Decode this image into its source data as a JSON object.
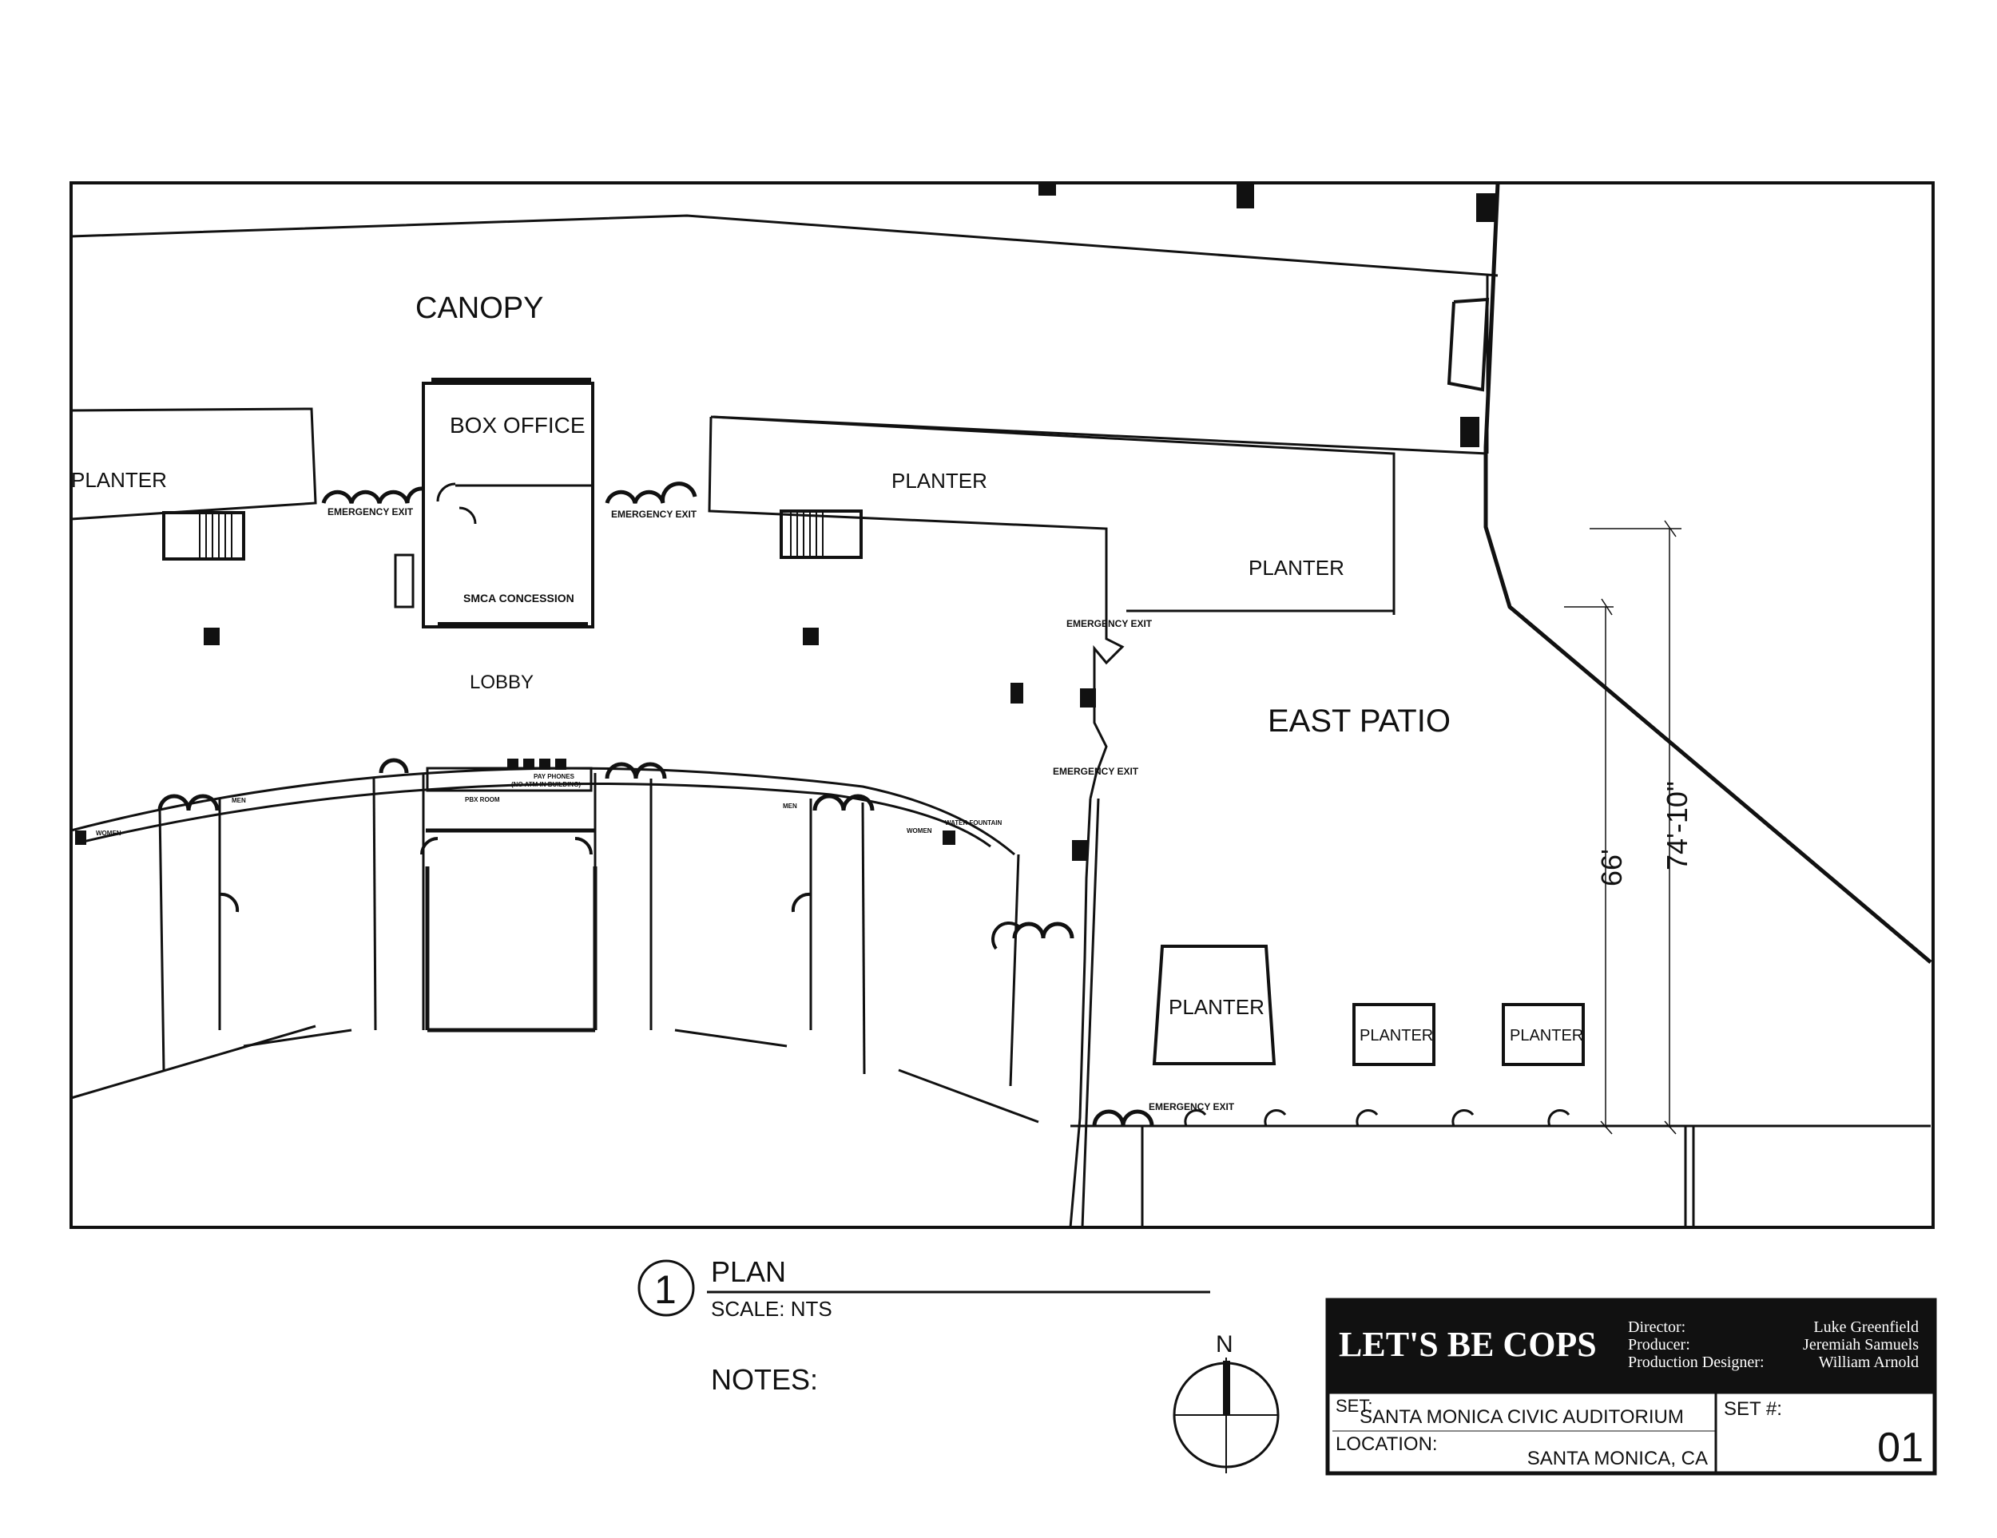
{
  "plan": {
    "rooms": {
      "canopy": "CANOPY",
      "box_office": "BOX OFFICE",
      "planter_west": "PLANTER",
      "planter_center": "PLANTER",
      "planter_east": "PLANTER",
      "smca_concession": "SMCA CONCESSION",
      "lobby": "LOBBY",
      "east_patio": "EAST PATIO",
      "planter_patio_large": "PLANTER",
      "planter_patio_small_1": "PLANTER",
      "planter_patio_small_2": "PLANTER",
      "pay_phones": "PAY PHONES",
      "no_atm": "(NO ATM IN BUILDING)",
      "pbx_room": "PBX ROOM",
      "water_fountain": "WATER FOUNTAIN",
      "men_1": "MEN",
      "men_2": "MEN",
      "women_1": "WOMEN",
      "women_2": "WOMEN"
    },
    "exits": {
      "exit_1": "EMERGENCY EXIT",
      "exit_2": "EMERGENCY EXIT",
      "exit_3": "EMERGENCY EXIT",
      "exit_4": "EMERGENCY EXIT",
      "exit_5": "EMERGENCY EXIT"
    },
    "dimensions": {
      "dim_66": "66'",
      "dim_74": "74'-10\""
    }
  },
  "caption": {
    "number": "1",
    "title": "PLAN",
    "scale": "SCALE: NTS",
    "notes": "NOTES:"
  },
  "north_arrow": {
    "label": "N",
    "icon": "north-arrow-icon"
  },
  "title_block": {
    "production": "LET'S BE COPS",
    "director_label": "Director:",
    "director": "Luke Greenfield",
    "producer_label": "Producer:",
    "producer": "Jeremiah Samuels",
    "designer_label": "Production Designer:",
    "designer": "William Arnold",
    "set_label": "SET:",
    "set_value": "SANTA MONICA CIVIC AUDITORIUM",
    "location_label": "LOCATION:",
    "location_value": "SANTA MONICA, CA",
    "set_number_label": "SET #:",
    "set_number": "01"
  }
}
